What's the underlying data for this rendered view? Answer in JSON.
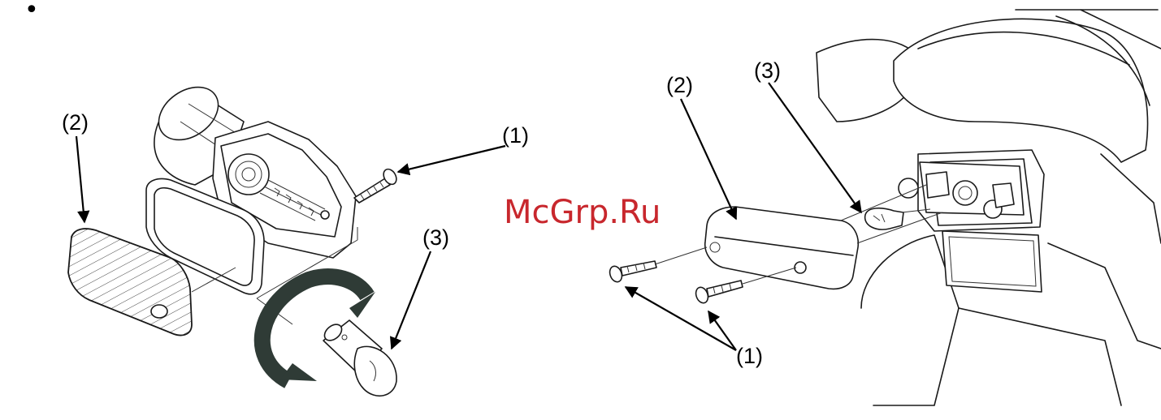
{
  "bullet": "•",
  "watermark": "McGrp.Ru",
  "left_figure": {
    "label_1": "(1)",
    "label_2": "(2)",
    "label_3": "(3)"
  },
  "right_figure": {
    "label_1": "(1)",
    "label_2": "(2)",
    "label_3": "(3)"
  },
  "colors": {
    "watermark": "#c8272d",
    "rotation_arrow": "#2f3b36",
    "line": "#1a1a1a"
  }
}
